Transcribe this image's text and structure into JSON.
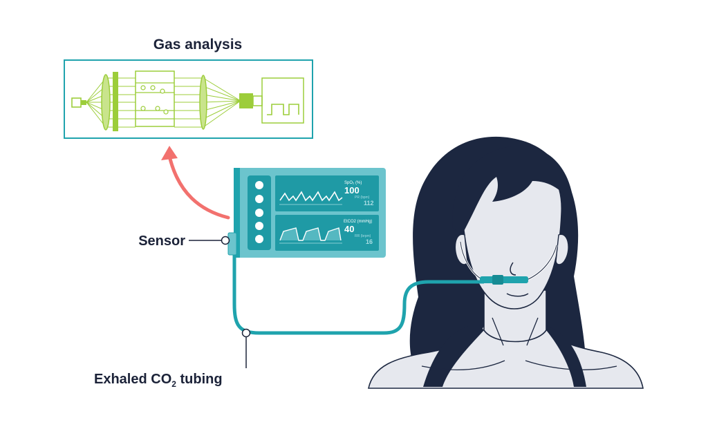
{
  "title": "Gas analysis",
  "labels": {
    "sensor": "Sensor",
    "tubing_prefix": "Exhaled CO",
    "tubing_sub": "2",
    "tubing_suffix": " tubing"
  },
  "monitor": {
    "panel1": {
      "param_label": "SpO₂ (%)",
      "param_value": "100",
      "secondary_label": "PR (bpm)",
      "secondary_value": "112"
    },
    "panel2": {
      "param_label": "EtCO2 (mmHg)",
      "param_value": "40",
      "secondary_label": "RR (brpm)",
      "secondary_value": "16"
    },
    "buttons": 5
  },
  "colors": {
    "navy": "#1b2238",
    "teal": "#1fa3ad",
    "teal_dark": "#168b94",
    "monitor_body": "#6cc4cd",
    "screen": "#1f9aa5",
    "green": "#9ccd3a",
    "green_light": "#c9e48c",
    "arrow": "#f2716e",
    "skin": "#e6e8ee",
    "hair": "#1c2740"
  }
}
